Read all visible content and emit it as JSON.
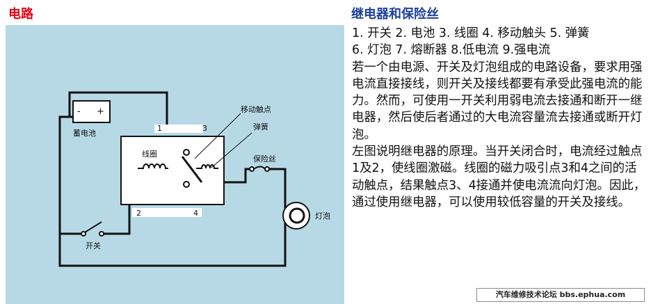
{
  "left_title": "电路",
  "right_title": "继电器和保险丝",
  "diagram": {
    "battery_label": "蓄电池",
    "battery_minus": "-",
    "battery_plus": "+",
    "coil_label": "线圈",
    "moving_contact_label": "移动触点",
    "spring_label": "弹簧",
    "fuse_label": "保险丝",
    "lamp_label": "灯泡",
    "switch_label": "开关",
    "contact_1": "1",
    "contact_2": "2",
    "contact_3": "3",
    "contact_4": "4"
  },
  "text": {
    "legend_line_1": "1. 开关 2. 电池 3. 线圈 4. 移动触头 5. 弹簧",
    "legend_line_2": "6. 灯泡 7. 熔断器 8.低电流 9.强电流",
    "para_1": "若一个由电源、开关及灯泡组成的电路设备，要求用强电流直接接线，则开关及接线都要有承受此强电流的能力。然而，可使用一开关利用弱电流去接通和断开一继电器，然后使后者通过的大电流容量流去接通或断开灯泡。",
    "para_2": "左图说明继电器的原理。当开关闭合时，电流经过触点1及2，使线圈激磁。线圈的磁力吸引点3和4之间的活动触点，结果触点3、4接通并使电流流向灯泡。因此，通过使用继电器，可以使用较低容量的开关及接线。"
  },
  "footer": "汽车维修技术论坛 bbs.ephua.com"
}
